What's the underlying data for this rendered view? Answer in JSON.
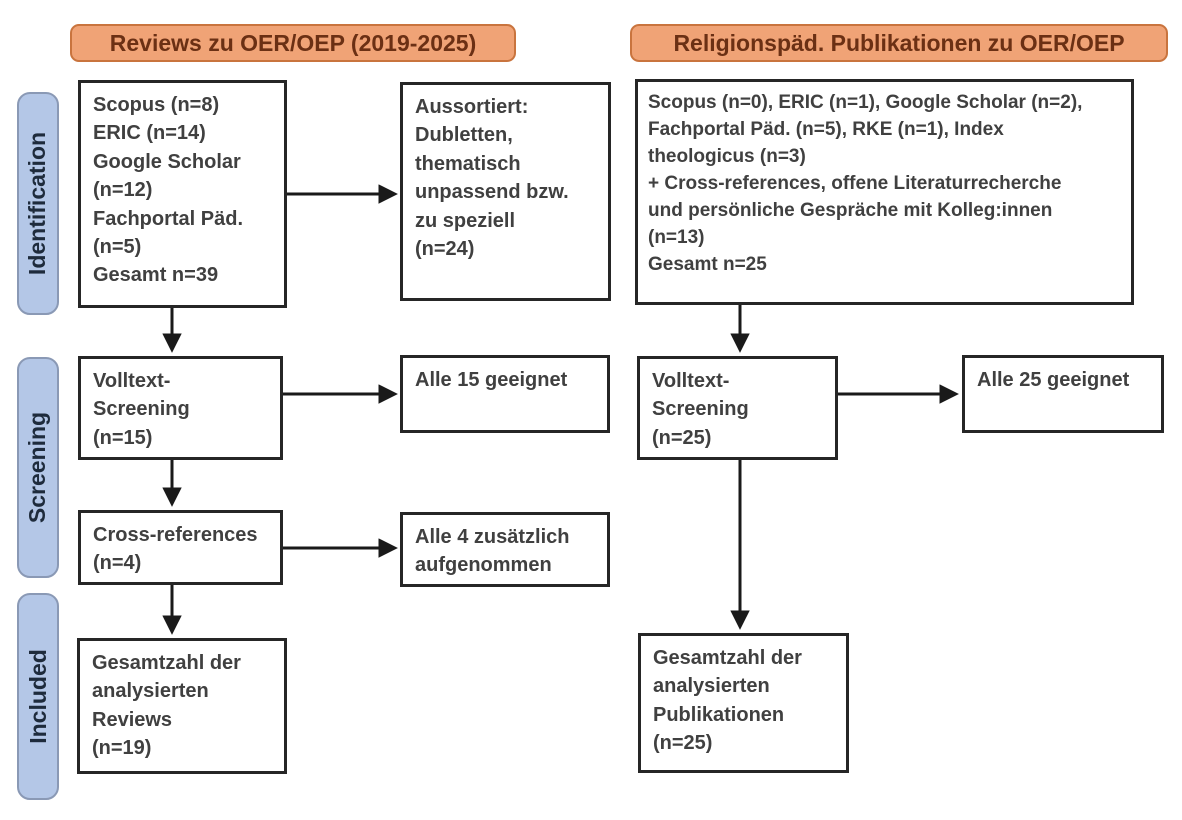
{
  "diagram": {
    "headers": {
      "left": "Reviews zu OER/OEP (2019-2025)",
      "right": "Religionspäd. Publikationen zu OER/OEP"
    },
    "stages": {
      "identification": "Identification",
      "screening": "Screening",
      "included": "Included"
    },
    "left_column": {
      "sources": "Scopus (n=8)\nERIC (n=14)\nGoogle Scholar\n(n=12)\nFachportal Päd.\n(n=5)\nGesamt n=39",
      "excluded": "Aussortiert:\nDubletten,\nthematisch\nunpassend bzw.\nzu speziell\n(n=24)",
      "fulltext_screening": "Volltext-\nScreening\n(n=15)",
      "eligible": "Alle 15 geeignet",
      "crossref": "Cross-references\n(n=4)",
      "added": "Alle 4 zusätzlich\naufgenommen",
      "included_total": "Gesamtzahl der\nanalysierten\nReviews\n(n=19)"
    },
    "right_column": {
      "sources": "Scopus (n=0), ERIC (n=1), Google Scholar (n=2),\nFachportal Päd. (n=5), RKE (n=1), Index\ntheologicus (n=3)\n+ Cross-references, offene Literaturrecherche\nund persönliche Gespräche mit Kolleg:innen\n(n=13)\nGesamt n=25",
      "fulltext_screening": "Volltext-\nScreening\n(n=25)",
      "eligible": "Alle 25 geeignet",
      "included_total": "Gesamtzahl der\nanalysierten\nPublikationen\n(n=25)"
    },
    "colors": {
      "header_fill": "#F0A376",
      "header_border": "#C9743E",
      "header_text": "#6B3014",
      "stage_fill": "#B4C7E7",
      "stage_border": "#8A99B5",
      "box_border": "#262626",
      "box_text": "#404040",
      "arrow": "#1A1A1A",
      "background": "#FFFFFF"
    }
  }
}
